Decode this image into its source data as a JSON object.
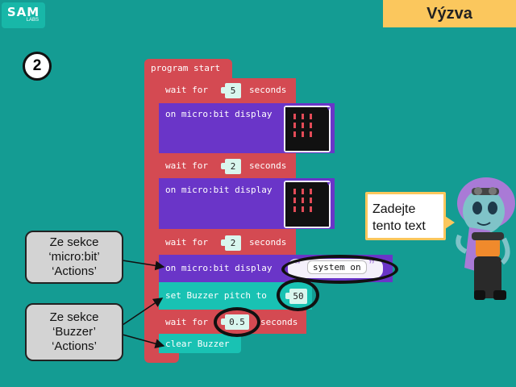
{
  "header": {
    "logo_text": "SAM",
    "logo_sub": "LABS",
    "challenge_label": "Výzva",
    "step_number": "2"
  },
  "program": {
    "start_label": "program start",
    "wait_label": "wait for",
    "seconds_label": "seconds",
    "display_label": "on micro:bit display",
    "wait1_value": "5",
    "wait2_value": "2",
    "wait3_value": "2",
    "text_value": "system on",
    "buzzer_label": "set Buzzer pitch to",
    "buzzer_value": "50",
    "wait4_value": "0.5",
    "clear_label": "clear Buzzer"
  },
  "callouts": {
    "microbit_lines": [
      "Ze sekce",
      "‘micro:bit’",
      "‘Actions’"
    ],
    "buzzer_lines": [
      "Ze sekce",
      "‘Buzzer’",
      "‘Actions’"
    ]
  },
  "speech": {
    "text": "Zadejte tento text"
  },
  "colors": {
    "background": "#149c93",
    "control_block": "#d44a52",
    "microbit_block": "#6a35c8",
    "buzzer_block": "#19c2b3",
    "challenge_tab": "#fbc75d"
  }
}
